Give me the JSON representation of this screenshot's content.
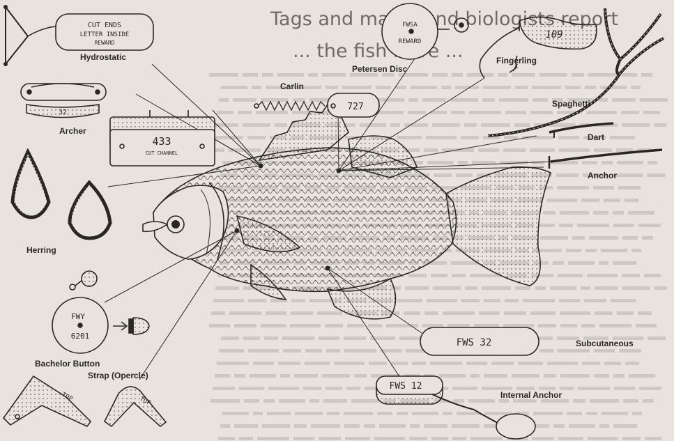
{
  "heading": {
    "title": "Tags and marks and biologists report",
    "subtitle": "... the fish have ..."
  },
  "labels": {
    "hydrostatic": "Hydrostatic",
    "archer": "Archer",
    "herring": "Herring",
    "bachelor_button": "Bachelor Button",
    "strap": "Strap (Opercle)",
    "carlin": "Carlin",
    "petersen": "Petersen Disc",
    "fingerling": "Fingerling",
    "spaghetti": "Spaghetti",
    "dart": "Dart",
    "anchor": "Anchor",
    "subcutaneous": "Subcutaneous",
    "internal_anchor": "Internal Anchor"
  },
  "tag_text": {
    "hydrostatic_line1": "CUT ENDS",
    "hydrostatic_line2": "LETTER INSIDE",
    "hydrostatic_line3": "REWARD",
    "archer_number": "32",
    "plate_number": "433",
    "plate_sub": "CUT CHANNEL",
    "carlin_number": "727",
    "petersen_line1": "FWSA",
    "petersen_line2": "REWARD",
    "fingerling_number": "109",
    "bachelor_line1": "FWY",
    "bachelor_line2": "6201",
    "strap_text": "TOP",
    "subcutaneous_text": "FWS 32",
    "internal_anchor_text": "FWS 12"
  },
  "colors": {
    "background": "#e8e4dd",
    "ink": "#2a2622",
    "faded_text": "#8a847c"
  }
}
